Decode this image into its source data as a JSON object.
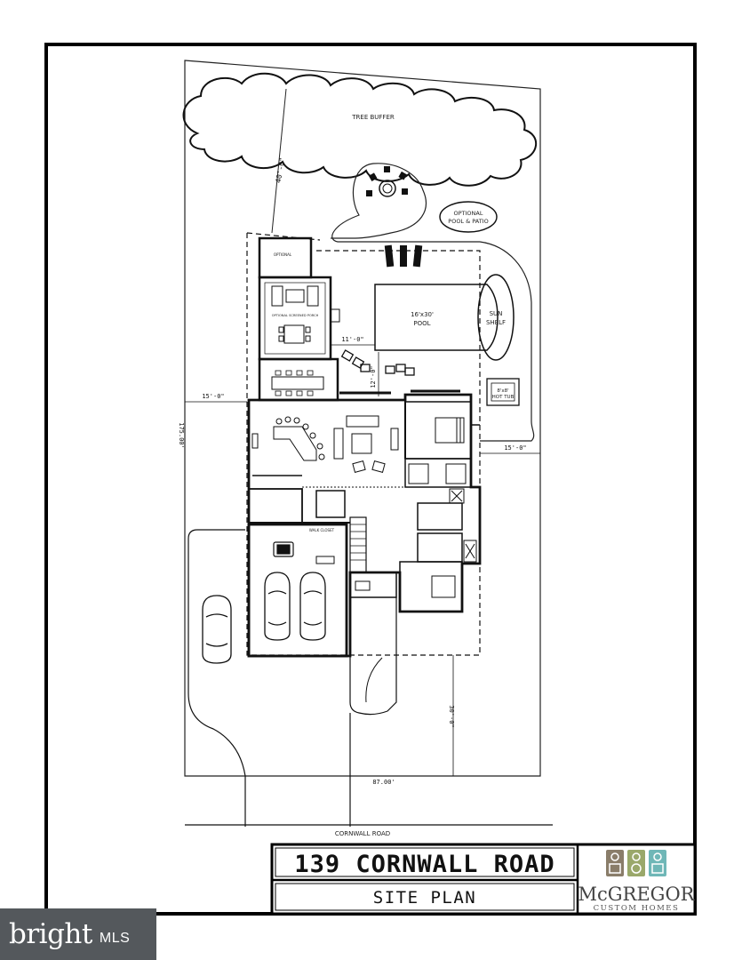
{
  "title_block": {
    "address": "139 CORNWALL ROAD",
    "sheet": "SITE PLAN",
    "company": "McGREGOR",
    "company_sub": "CUSTOM HOMES",
    "logo_colors": [
      "#8a7d6a",
      "#9aa86a",
      "#6fb7b7"
    ]
  },
  "labels": {
    "tree_buffer": "TREE BUFFER",
    "optional_patio_1": "OPTIONAL",
    "optional_patio_2": "POOL & PATIO",
    "pool_1": "16'x30'",
    "pool_2": "POOL",
    "sun_1": "SUN",
    "sun_2": "SHELF",
    "hot_tub_1": "8'x8'",
    "hot_tub_2": "HOT TUB",
    "road": "CORNWALL ROAD",
    "optional_screened": "OPTIONAL SCREENED PORCH",
    "optional_top": "OPTIONAL",
    "walk_closet": "WALK CLOSET"
  },
  "dimensions": {
    "rear_setback": "40'-0\"",
    "left_setback": "15'-0\"",
    "right_setback": "15'-0\"",
    "front_setback": "30'-0\"",
    "pool_gap": "11'-0\"",
    "patio_gap": "12'-0\"",
    "lot_depth": "175.00'",
    "lot_width": "87.00'"
  },
  "watermark": {
    "brand": "bright",
    "suffix": "MLS"
  }
}
